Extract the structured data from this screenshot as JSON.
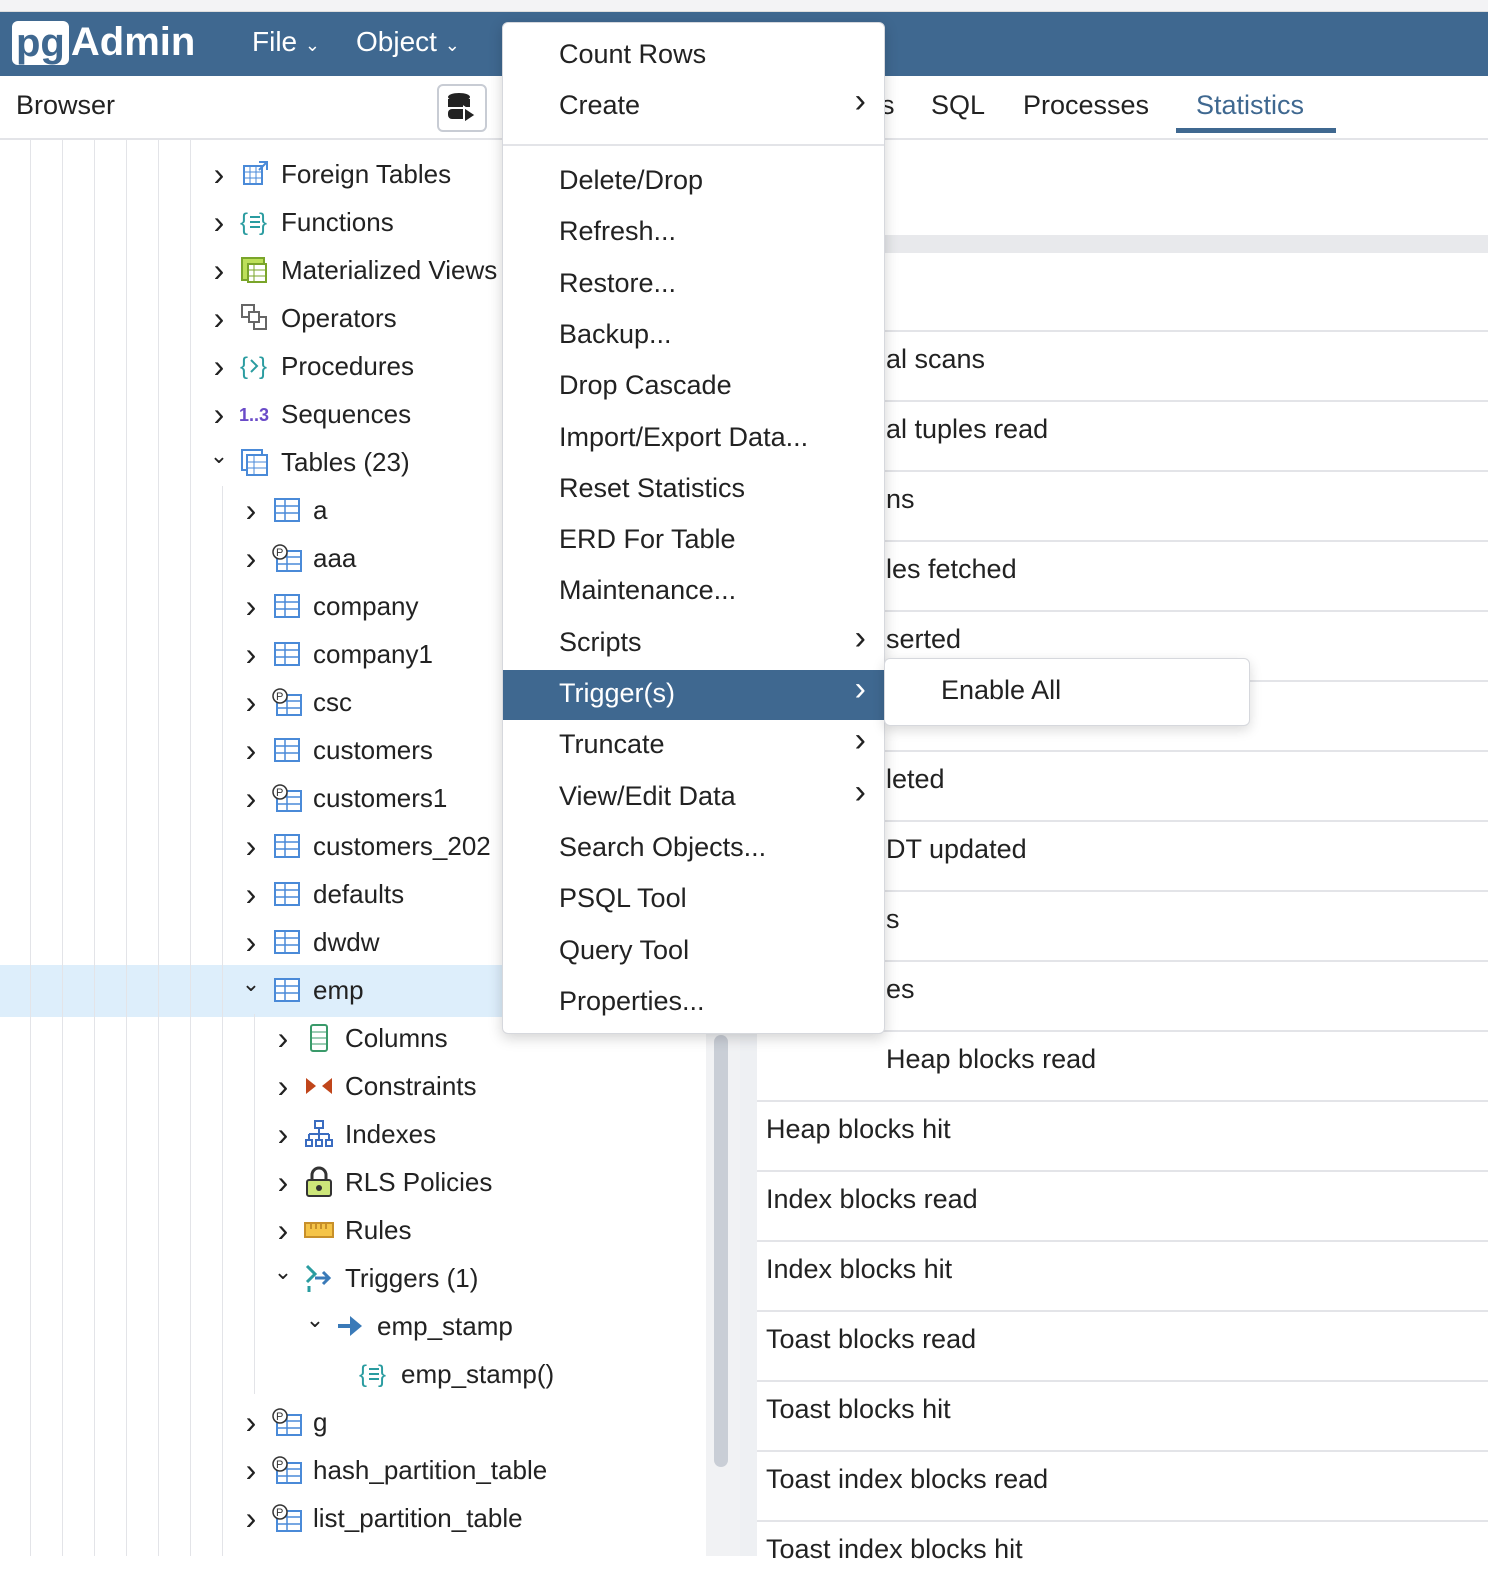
{
  "app": {
    "logo": "pgAdmin",
    "menus": [
      "File",
      "Object"
    ]
  },
  "browser": {
    "title": "Browser"
  },
  "tabs": [
    {
      "label": "s"
    },
    {
      "label": "SQL"
    },
    {
      "label": "Processes"
    },
    {
      "label": "Statistics",
      "active": true
    }
  ],
  "colors": {
    "navbar": "#3f6890",
    "selection": "#ddeefb",
    "accent": "#3f6890"
  },
  "tree": [
    {
      "label": "Foreign Tables",
      "icon": "foreign-table-icon",
      "level": 0,
      "expanded": false
    },
    {
      "label": "Functions",
      "icon": "function-icon",
      "level": 0,
      "expanded": false
    },
    {
      "label": "Materialized Views",
      "icon": "materialized-view-icon",
      "level": 0,
      "expanded": false
    },
    {
      "label": "Operators",
      "icon": "operator-icon",
      "level": 0,
      "expanded": false
    },
    {
      "label": "Procedures",
      "icon": "procedure-icon",
      "level": 0,
      "expanded": false
    },
    {
      "label": "Sequences",
      "icon": "sequence-icon",
      "level": 0,
      "expanded": false
    },
    {
      "label": "Tables (23)",
      "icon": "tables-icon",
      "level": 0,
      "expanded": true
    },
    {
      "label": "a",
      "icon": "table-icon",
      "level": 1,
      "expanded": false
    },
    {
      "label": "aaa",
      "icon": "partitioned-table-icon",
      "level": 1,
      "expanded": false
    },
    {
      "label": "company",
      "icon": "table-icon",
      "level": 1,
      "expanded": false
    },
    {
      "label": "company1",
      "icon": "table-icon",
      "level": 1,
      "expanded": false
    },
    {
      "label": "csc",
      "icon": "partitioned-table-icon",
      "level": 1,
      "expanded": false
    },
    {
      "label": "customers",
      "icon": "table-icon",
      "level": 1,
      "expanded": false
    },
    {
      "label": "customers1",
      "icon": "partitioned-table-icon",
      "level": 1,
      "expanded": false
    },
    {
      "label": "customers_202",
      "icon": "table-icon",
      "level": 1,
      "expanded": false
    },
    {
      "label": "defaults",
      "icon": "table-icon",
      "level": 1,
      "expanded": false
    },
    {
      "label": "dwdw",
      "icon": "table-icon",
      "level": 1,
      "expanded": false
    },
    {
      "label": "emp",
      "icon": "table-icon",
      "level": 1,
      "expanded": true,
      "selected": true
    },
    {
      "label": "Columns",
      "icon": "columns-icon",
      "level": 2,
      "expanded": false
    },
    {
      "label": "Constraints",
      "icon": "constraints-icon",
      "level": 2,
      "expanded": false
    },
    {
      "label": "Indexes",
      "icon": "indexes-icon",
      "level": 2,
      "expanded": false
    },
    {
      "label": "RLS Policies",
      "icon": "rls-policy-icon",
      "level": 2,
      "expanded": false
    },
    {
      "label": "Rules",
      "icon": "rules-icon",
      "level": 2,
      "expanded": false
    },
    {
      "label": "Triggers (1)",
      "icon": "triggers-icon",
      "level": 2,
      "expanded": true
    },
    {
      "label": "emp_stamp",
      "icon": "trigger-icon",
      "level": 3,
      "expanded": true
    },
    {
      "label": "emp_stamp()",
      "icon": "trigger-function-icon",
      "level": 4,
      "leaf": true
    },
    {
      "label": "g",
      "icon": "partitioned-table-icon",
      "level": 1,
      "expanded": false
    },
    {
      "label": "hash_partition_table",
      "icon": "partitioned-table-icon",
      "level": 1,
      "expanded": false
    },
    {
      "label": "list_partition_table",
      "icon": "partitioned-table-icon",
      "level": 1,
      "expanded": false
    }
  ],
  "stats": [
    "al scans",
    "al tuples read",
    "ns",
    "les fetched",
    "serted",
    "",
    "leted",
    "DT updated",
    "s",
    "es",
    "Heap blocks read",
    "Heap blocks hit",
    "Index blocks read",
    "Index blocks hit",
    "Toast blocks read",
    "Toast blocks hit",
    "Toast index blocks read",
    "Toast index blocks hit"
  ],
  "context_menu": [
    {
      "label": "Count Rows"
    },
    {
      "label": "Create",
      "submenu": true
    },
    {
      "label": "Delete/Drop"
    },
    {
      "label": "Refresh..."
    },
    {
      "label": "Restore..."
    },
    {
      "label": "Backup..."
    },
    {
      "label": "Drop Cascade"
    },
    {
      "label": "Import/Export Data..."
    },
    {
      "label": "Reset Statistics"
    },
    {
      "label": "ERD For Table"
    },
    {
      "label": "Maintenance..."
    },
    {
      "label": "Scripts",
      "submenu": true
    },
    {
      "label": "Trigger(s)",
      "submenu": true,
      "highlighted": true
    },
    {
      "label": "Truncate",
      "submenu": true
    },
    {
      "label": "View/Edit Data",
      "submenu": true
    },
    {
      "label": "Search Objects..."
    },
    {
      "label": "PSQL Tool"
    },
    {
      "label": "Query Tool"
    },
    {
      "label": "Properties..."
    }
  ],
  "trigger_submenu": [
    {
      "label": "Enable All"
    }
  ]
}
